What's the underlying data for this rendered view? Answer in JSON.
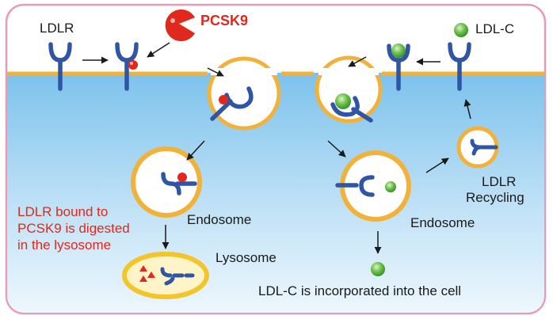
{
  "labels": {
    "ldlr": "LDLR",
    "pcsk9": "PCSK9",
    "ldl_c": "LDL-C",
    "endosome_left": "Endosome",
    "endosome_right": "Endosome",
    "lysosome": "Lysosome",
    "recycling_line1": "LDLR",
    "recycling_line2": "Recycling",
    "digest_line1": "LDLR bound to",
    "digest_line2": "PCSK9 is digested",
    "digest_line3": "in the lysosome",
    "incorporated": "LDL-C is incorporated into the cell"
  },
  "colors": {
    "frame_border": "#e79bb5",
    "membrane": "#f2b23a",
    "extracellular": "#ffffff",
    "cytoplasm_top": "#7fc4ec",
    "cytoplasm_bottom": "#e8f4fc",
    "receptor": "#2f55a4",
    "pcsk9": "#e0281c",
    "ldl_c": "#5cb85c",
    "label_red": "#e0281c"
  }
}
